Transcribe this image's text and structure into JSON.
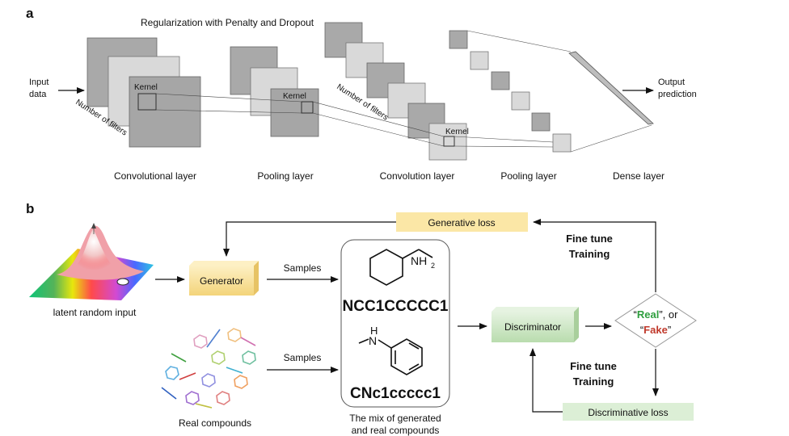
{
  "panel_a": {
    "label": "a",
    "title": "Regularization with Penalty and Dropout",
    "input": [
      "Input",
      "data"
    ],
    "output": [
      "Output",
      "prediction"
    ],
    "kernel": "Kernel",
    "filters": "Number of filters",
    "layers": [
      "Convolutional layer",
      "Pooling layer",
      "Convolution layer",
      "Pooling layer",
      "Dense layer"
    ]
  },
  "panel_b": {
    "label": "b",
    "generative_loss": "Generative loss",
    "discriminative_loss": "Discriminative loss",
    "generator": "Generator",
    "discriminator": "Discriminator",
    "samples": "Samples",
    "latent": "latent random input",
    "real_compounds": "Real compounds",
    "mol1_group": "NH",
    "mol1_sub": "2",
    "mol1_smiles": "NCC1CCCCC1",
    "mol2_h": "H",
    "mol2_n": "N",
    "mol2_smiles": "CNc1ccccc1",
    "mix": [
      "The mix of generated",
      "and real compounds"
    ],
    "fine_tune": [
      "Fine tune",
      "Training"
    ],
    "decision": {
      "open_quote": "“",
      "real": "Real",
      "middle": "”, or",
      "open_quote2": "“",
      "fake": "Fake",
      "close_quote": "”"
    },
    "colors": {
      "real": "#2e9e3e",
      "fake": "#c0392b",
      "generator": "#f7dc8a",
      "discriminator": "#c9e6c2",
      "gen_loss": "#fbe7a6",
      "disc_loss": "#dcefd6"
    }
  }
}
